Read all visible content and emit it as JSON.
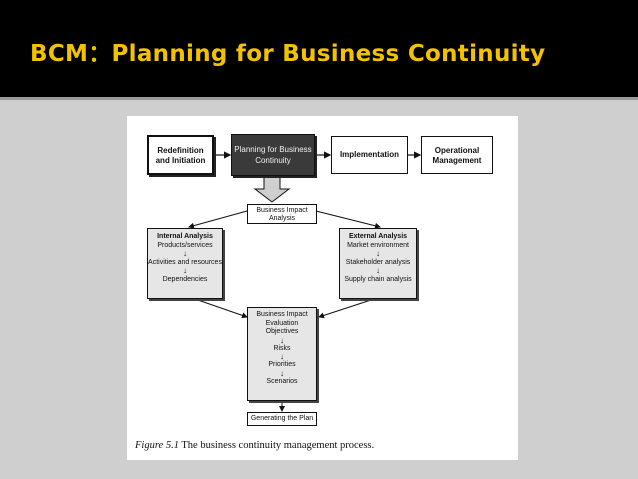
{
  "slide": {
    "title": "BCM：Planning for Business Continuity"
  },
  "diagram": {
    "top_row": {
      "redefinition": [
        "Redefinition",
        "and Initiation"
      ],
      "planning": [
        "Planning for Business",
        "Continuity"
      ],
      "implementation": "Implementation",
      "operational": [
        "Operational",
        "Management"
      ]
    },
    "business_impact_analysis": [
      "Business Impact",
      "Analysis"
    ],
    "internal_analysis": {
      "heading": "Internal Analysis",
      "items": [
        "Products/services",
        "Activities and resources",
        "Dependencies"
      ]
    },
    "external_analysis": {
      "heading": "External Analysis",
      "items": [
        "Market environment",
        "Stakeholder analysis",
        "Supply chain analysis"
      ]
    },
    "evaluation": {
      "heading": [
        "Business Impact",
        "Evaluation"
      ],
      "items": [
        "Objectives",
        "Risks",
        "Priorities",
        "Scenarios"
      ]
    },
    "generating_plan": "Generating the Plan",
    "arrow_glyph": "↓",
    "caption_figure": "Figure 5.1",
    "caption_text": "The business continuity management process."
  },
  "colors": {
    "title": "#f2c200",
    "title_bar": "#000000",
    "slide_bg": "#cfcfcf"
  }
}
